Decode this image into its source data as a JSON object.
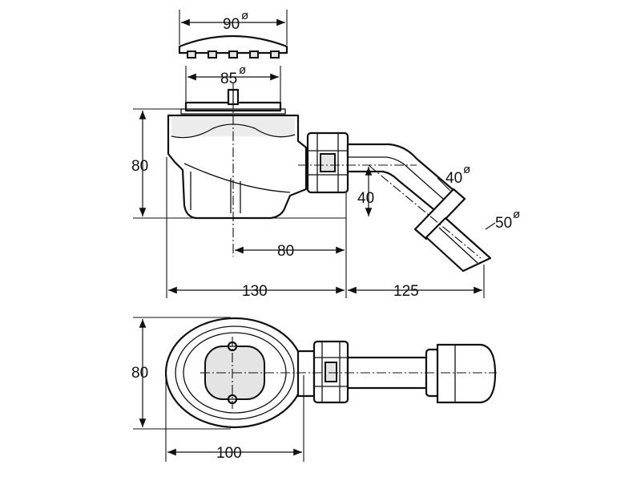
{
  "dimensions": {
    "cover_diameter": "90",
    "grate_diameter": "85",
    "height_side": "80",
    "outlet_height": "40",
    "offset_to_outlet": "80",
    "body_length": "130",
    "outlet_length": "125",
    "pipe_diameter": "40",
    "outlet_diameter": "50",
    "width_top": "80",
    "body_width_top": "100"
  },
  "symbols": {
    "diameter": "ø"
  }
}
